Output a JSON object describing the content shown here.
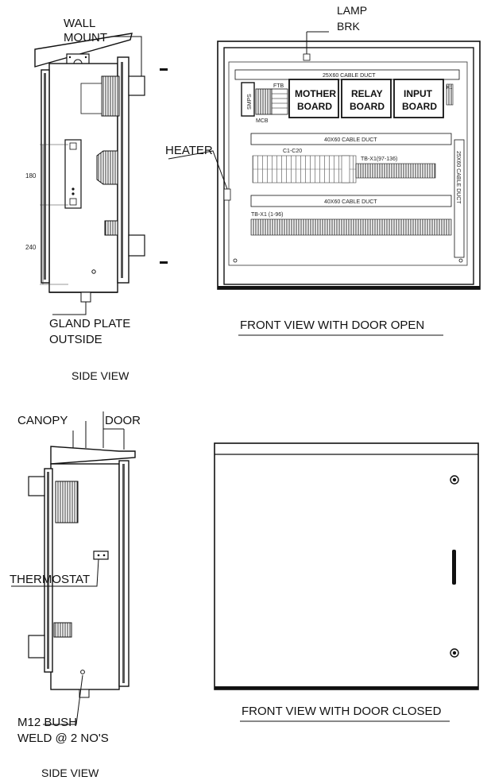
{
  "top_side_view": {
    "wall_mount_line1": "WALL",
    "wall_mount_line2": "MOUNT",
    "dim_upper": "180",
    "dim_lower": "240",
    "gland_line1": "GLAND PLATE",
    "gland_line2": "OUTSIDE",
    "caption": "SIDE VIEW"
  },
  "door_open_view": {
    "lamp_line1": "LAMP",
    "lamp_line2": "BRK",
    "heater": "HEATER",
    "duct_top": "25X60 CABLE DUCT",
    "smps": "SMPS",
    "ftb": "FTB",
    "mcb": "MCB",
    "mother_line1": "MOTHER",
    "mother_line2": "BOARD",
    "relay_line1": "RELAY",
    "relay_line2": "BOARD",
    "input_line1": "INPUT",
    "input_line2": "BOARD",
    "k_label": "K1",
    "duct_mid": "40X60 CABLE DUCT",
    "c_label": "C1-C20",
    "tb_upper": "TB-X1(97-136)",
    "duct_right": "25X60 CABLE DUCT",
    "duct_low": "40X60 CABLE DUCT",
    "tb_lower": "TB-X1 (1-96)",
    "caption": "FRONT VIEW WITH  DOOR OPEN"
  },
  "bottom_side_view": {
    "canopy": "CANOPY",
    "door": "DOOR",
    "thermostat": "THERMOSTAT",
    "bush_line1": "M12 BUSH",
    "bush_line2": "WELD @ 2 NO'S",
    "caption": "SIDE VIEW"
  },
  "door_closed_view": {
    "caption": "FRONT VIEW WITH DOOR CLOSED"
  }
}
